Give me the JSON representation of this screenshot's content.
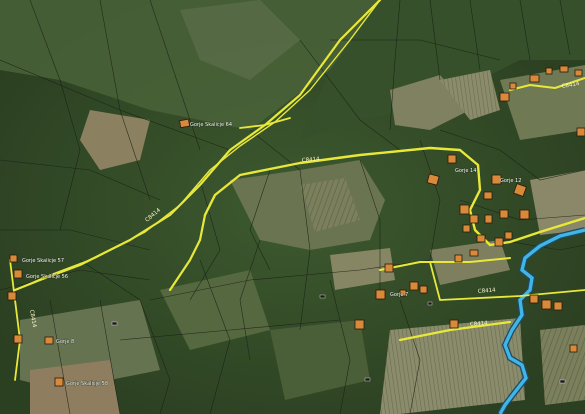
{
  "map": {
    "kind": "orthophoto cadastral map",
    "colors": {
      "forest_dark": "#2f4423",
      "forest_mid": "#3f5a30",
      "field_light": "#8c8f6a",
      "field_tan": "#a89a78",
      "parcel_line": "#1b1f16",
      "road": "#e8e83a",
      "river": "#3fb6e6",
      "building_fill": "#d8893a",
      "building_outline": "#2a1a0a"
    },
    "road_labels": [
      {
        "id": "r1",
        "text": "C8414"
      },
      {
        "id": "r2",
        "text": "C8414"
      },
      {
        "id": "r3",
        "text": "C8414"
      },
      {
        "id": "r4",
        "text": "C8414"
      },
      {
        "id": "r5",
        "text": "C8414"
      },
      {
        "id": "r6",
        "text": "C8414"
      }
    ],
    "place_labels": [
      {
        "id": "p1",
        "text": "Gorje Skalicje 64"
      },
      {
        "id": "p2",
        "text": "Gorje Skalicje 57"
      },
      {
        "id": "p3",
        "text": "Gorje Skalicje 56"
      },
      {
        "id": "p4",
        "text": "Gorje Skalicje 58"
      },
      {
        "id": "p5",
        "text": "Gorje 14"
      },
      {
        "id": "p6",
        "text": "Gorje 12"
      },
      {
        "id": "p7",
        "text": "Gorje 7"
      },
      {
        "id": "p8",
        "text": "Gorje 8"
      }
    ]
  }
}
